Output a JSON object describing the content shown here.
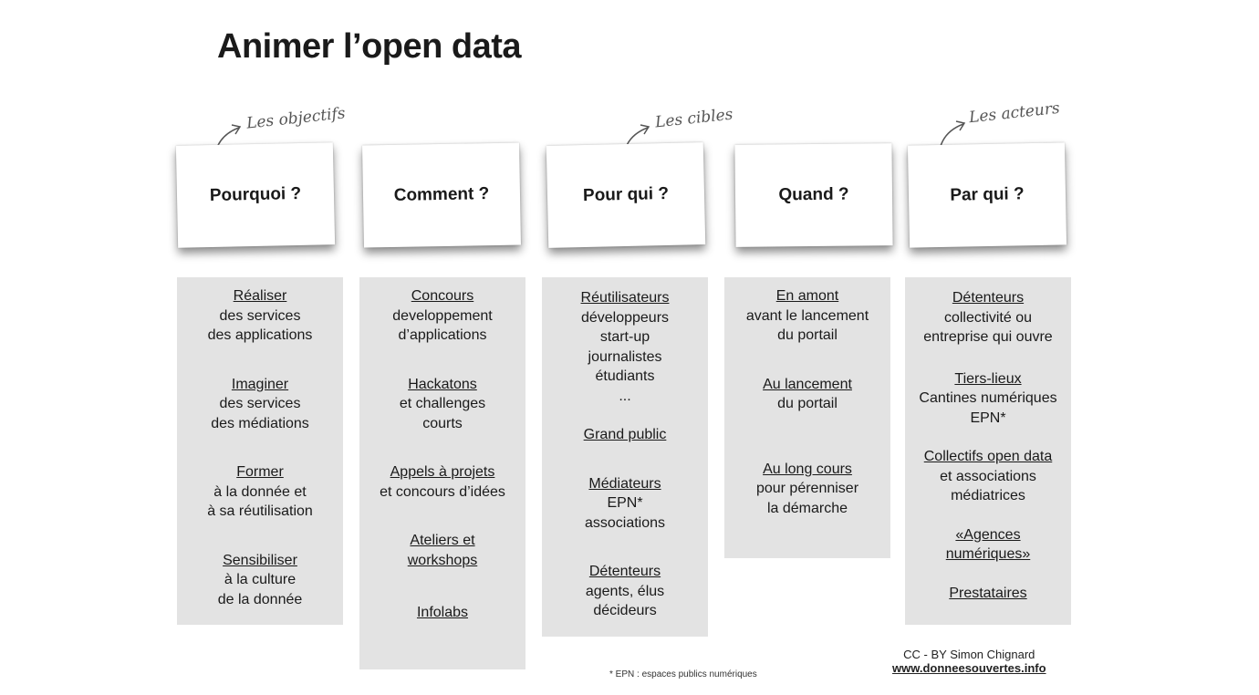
{
  "title": "Animer l’open data",
  "notes": [
    {
      "id": "objectifs",
      "text": "Les objectifs"
    },
    {
      "id": "cibles",
      "text": "Les cibles"
    },
    {
      "id": "acteurs",
      "text": "Les acteurs"
    }
  ],
  "columns": [
    {
      "header": "Pourquoi ?",
      "blocks": [
        {
          "head": "Réaliser",
          "lines": [
            "des services",
            "des applications"
          ]
        },
        {
          "head": "Imaginer",
          "lines": [
            "des services",
            "des médiations"
          ]
        },
        {
          "head": "Former",
          "lines": [
            "à la donnée et",
            "à sa réutilisation"
          ]
        },
        {
          "head": "Sensibiliser",
          "lines": [
            "à la culture",
            "de la donnée"
          ]
        }
      ]
    },
    {
      "header": "Comment ?",
      "blocks": [
        {
          "head": "Concours",
          "lines": [
            "developpement",
            "d’applications"
          ]
        },
        {
          "head": "Hackatons",
          "lines": [
            "et challenges",
            "courts"
          ]
        },
        {
          "head": "Appels à projets",
          "lines": [
            "et concours d’idées"
          ]
        },
        {
          "head": "Ateliers et",
          "lines": []
        },
        {
          "head": "",
          "lines": []
        },
        {
          "head": "Infolabs",
          "lines": []
        }
      ]
    },
    {
      "header": "Pour qui ?",
      "blocks": [
        {
          "head": "Réutilisateurs",
          "lines": [
            "développeurs",
            "start-up",
            "journalistes",
            "étudiants",
            "..."
          ]
        },
        {
          "head": "Grand public",
          "lines": []
        },
        {
          "head": "Médiateurs",
          "lines": [
            "EPN*",
            "associations"
          ]
        },
        {
          "head": "Détenteurs",
          "lines": [
            "agents, élus",
            "décideurs"
          ]
        }
      ]
    },
    {
      "header": "Quand ?",
      "blocks": [
        {
          "head": "En amont",
          "lines": [
            "avant le lancement",
            "du portail"
          ]
        },
        {
          "head": "Au lancement",
          "lines": [
            "du portail"
          ]
        },
        {
          "head": "Au long cours",
          "lines": [
            "pour pérenniser",
            "la démarche"
          ]
        }
      ]
    },
    {
      "header": "Par qui ?",
      "blocks": [
        {
          "head": "Détenteurs",
          "lines": [
            "collectivité ou",
            "entreprise qui ouvre"
          ]
        },
        {
          "head": "Tiers-lieux",
          "lines": [
            "Cantines numériques",
            "EPN*"
          ]
        },
        {
          "head": "Collectifs open data",
          "lines": [
            "et associations",
            "médiatrices"
          ]
        },
        {
          "head": "«Agences",
          "lines": []
        },
        {
          "head": "Prestataires",
          "lines": []
        }
      ]
    }
  ],
  "footnote": "* EPN : espaces publics numériques",
  "credit": {
    "line1": "CC - BY Simon Chignard",
    "url": "www.donneesouvertes.info"
  }
}
